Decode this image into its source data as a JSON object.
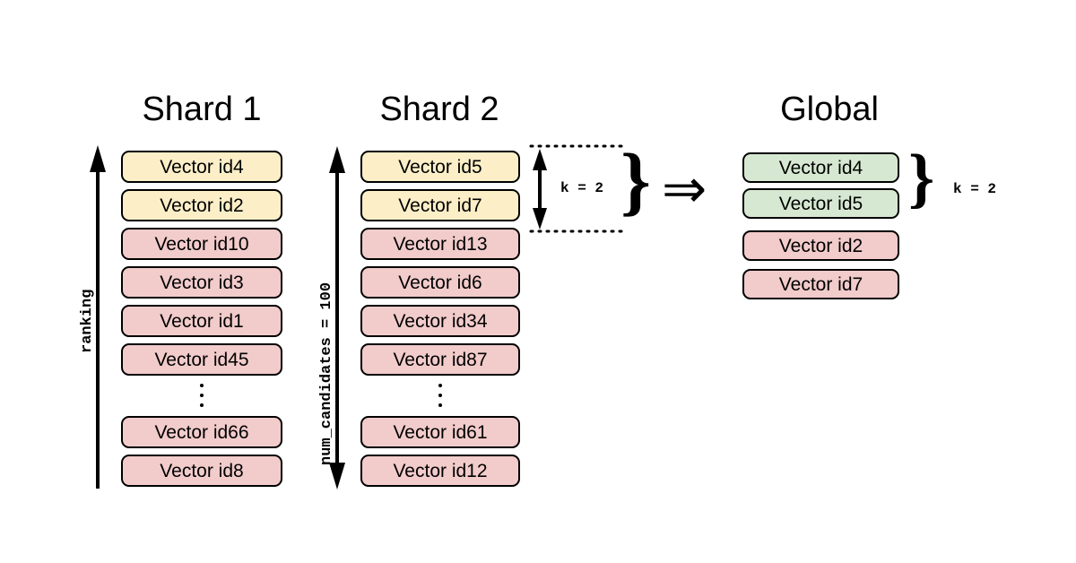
{
  "figure": {
    "background": "#ffffff",
    "colors": {
      "candidate_selected": "#FCEFC7",
      "candidate_other": "#F2CBCB",
      "global_topk": "#D6E8D1",
      "outline": "#000000"
    }
  },
  "columns": [
    {
      "id": "shard-1",
      "title": "Shard 1",
      "axis_label": "ranking",
      "axis_arrow": "single-up",
      "items": [
        {
          "label": "Vector id4",
          "state": "selected"
        },
        {
          "label": "Vector id2",
          "state": "selected"
        },
        {
          "label": "Vector id10",
          "state": "other"
        },
        {
          "label": "Vector id3",
          "state": "other"
        },
        {
          "label": "Vector id1",
          "state": "other"
        },
        {
          "label": "Vector id45",
          "state": "other"
        },
        {
          "label": "⋮",
          "state": "ellipsis"
        },
        {
          "label": "Vector id66",
          "state": "other"
        },
        {
          "label": "Vector id8",
          "state": "other"
        }
      ]
    },
    {
      "id": "shard-2",
      "title": "Shard 2",
      "axis_label": "num_candidates = 100",
      "axis_arrow": "double",
      "items": [
        {
          "label": "Vector id5",
          "state": "selected"
        },
        {
          "label": "Vector id7",
          "state": "selected"
        },
        {
          "label": "Vector id13",
          "state": "other"
        },
        {
          "label": "Vector id6",
          "state": "other"
        },
        {
          "label": "Vector id34",
          "state": "other"
        },
        {
          "label": "Vector id87",
          "state": "other"
        },
        {
          "label": "⋮",
          "state": "ellipsis"
        },
        {
          "label": "Vector id61",
          "state": "other"
        },
        {
          "label": "Vector id12",
          "state": "other"
        }
      ]
    },
    {
      "id": "global",
      "title": "Global",
      "axis_label": "",
      "axis_arrow": "none",
      "items": [
        {
          "label": "Vector id4",
          "state": "topk"
        },
        {
          "label": "Vector id5",
          "state": "topk"
        },
        {
          "label": "Vector id2",
          "state": "other"
        },
        {
          "label": "Vector id7",
          "state": "other"
        }
      ]
    }
  ],
  "annotations": {
    "shard_k_label": "k = 2",
    "global_k_label": "k = 2",
    "brace_glyph": "}",
    "implies_glyph": "⇒"
  }
}
